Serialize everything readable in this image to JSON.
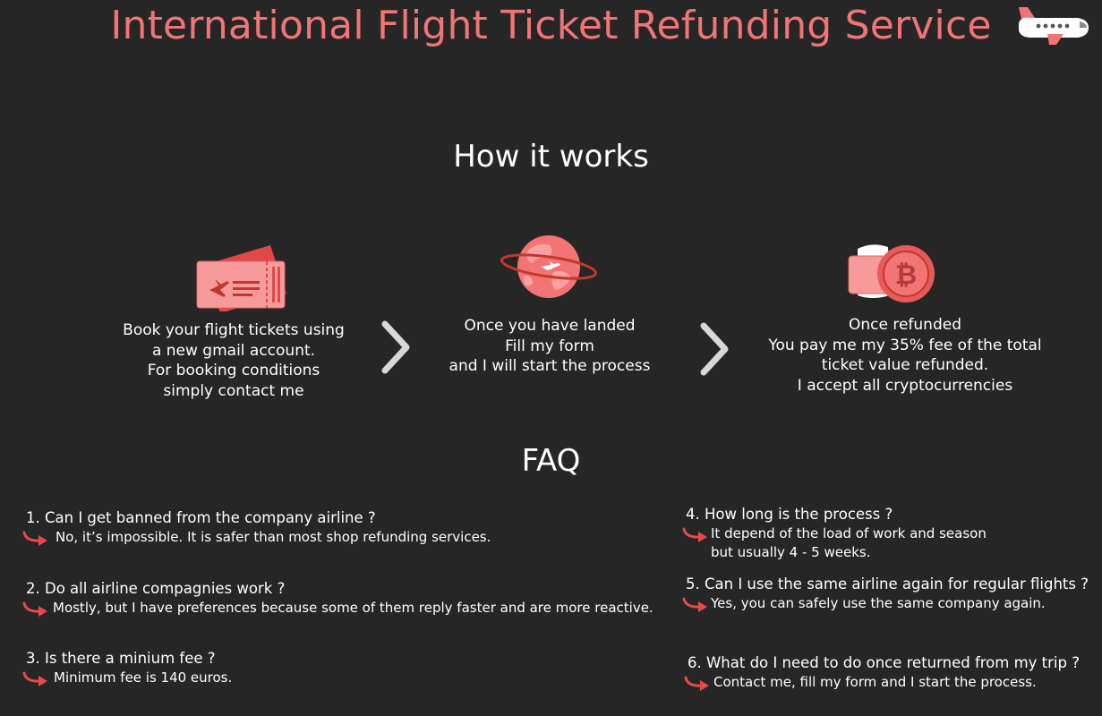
{
  "header": {
    "title": "International Flight Ticket Refunding Service",
    "logo_icon": "airplane-icon"
  },
  "how_it_works": {
    "heading": "How it works",
    "steps": [
      {
        "icon": "ticket-icon",
        "lines": [
          "Book your flight tickets using",
          "a new gmail account.",
          "For booking conditions",
          "simply contact me"
        ]
      },
      {
        "icon": "globe-icon",
        "lines": [
          "Once you have landed",
          "Fill my form",
          "and I will start the process"
        ]
      },
      {
        "icon": "bitcoin-icon",
        "lines": [
          "Once refunded",
          "You pay me my 35% fee of the total",
          "ticket value refunded.",
          "I accept all cryptocurrencies"
        ]
      }
    ],
    "separator_icon": "chevron-right-icon"
  },
  "faq": {
    "heading": "FAQ",
    "items": [
      {
        "question": "1. Can I get banned from the company airline ?",
        "answer": [
          "No, it’s impossible. It is safer than most shop refunding services."
        ]
      },
      {
        "question": "2. Do all airline compagnies work ?",
        "answer": [
          "Mostly, but I have preferences because some of them reply faster and are more reactive."
        ]
      },
      {
        "question": "3. Is there a minium fee ?",
        "answer": [
          "Minimum fee is 140 euros."
        ]
      },
      {
        "question": "4. How long is the process ?",
        "answer": [
          "It depend of the load of work and season",
          "but usually 4 - 5 weeks."
        ]
      },
      {
        "question": "5. Can I use the same airline again for regular flights ?",
        "answer": [
          "Yes, you can safely use the same company again."
        ]
      },
      {
        "question": "6. What do I need to do once returned from my trip ?",
        "answer": [
          "Contact me, fill my form and I start the process."
        ]
      }
    ],
    "answer_icon": "curved-arrow-icon"
  },
  "colors": {
    "background": "#262626",
    "accent": "#f27474",
    "text": "#ffffff"
  }
}
